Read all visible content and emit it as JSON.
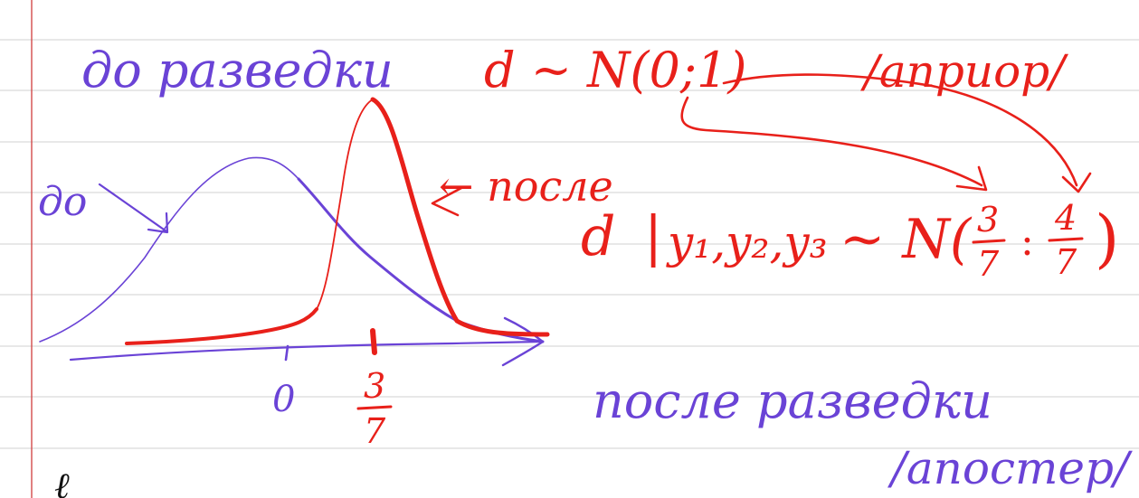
{
  "colors": {
    "paper": "#ffffff",
    "ruled_line": "#d9d9d9",
    "margin_line": "#d24b4b",
    "ink_purple": "#6a43d6",
    "ink_red": "#e8201a",
    "ink_black": "#111111"
  },
  "notes": {
    "line1_left": "до разведки",
    "prior_expr": "d ~ N(0;1)",
    "prior_tag": "/априор/",
    "left_mark": "до",
    "after_label": "← после",
    "posterior_lhs": "d",
    "posterior_given": "y₁,y₂,y₃",
    "posterior_rhs_prefix": "~ N(",
    "posterior_mean_num": "3",
    "posterior_mean_den": "7",
    "posterior_sep": ":",
    "posterior_var_num": "4",
    "posterior_var_den": "7",
    "posterior_close": ")",
    "axis_zero": "0",
    "axis_tick_num": "3",
    "axis_tick_den": "7",
    "after_exploration": "после разведки",
    "posterior_tag": "/апостер/",
    "bottom_scribble": "ℓ"
  }
}
